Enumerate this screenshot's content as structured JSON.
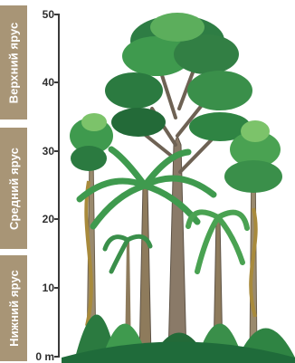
{
  "layers": {
    "top": "Верхний ярус",
    "middle": "Средний ярус",
    "bottom": "Нижний ярус"
  },
  "scale": {
    "labels": [
      "50",
      "40",
      "30",
      "20",
      "10",
      "0 m"
    ],
    "values": [
      50,
      40,
      30,
      20,
      10,
      0
    ]
  },
  "colors": {
    "band": "#a89576",
    "band_text": "#ffffff",
    "axis": "#3a3a3a",
    "foliage_dark": "#1f6b3a",
    "foliage_mid": "#3f9a4e",
    "foliage_light": "#7cc36a",
    "trunk": "#8a7a68",
    "vine": "#a88a3c"
  }
}
